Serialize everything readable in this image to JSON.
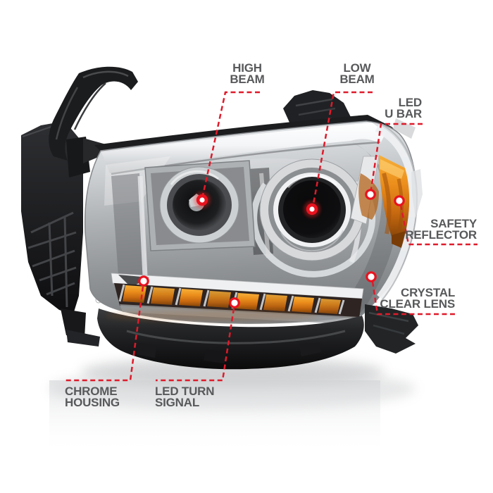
{
  "page": {
    "background": "#ffffff"
  },
  "illustration": {
    "subject": "chrome-projector-headlight-photo",
    "colors": {
      "leader_red": "#de1b2b",
      "label_gray": "#58595b",
      "marker_fill": "#ffffff",
      "amber_reflector": "#ec8f1c",
      "chrome": "#c8cacd",
      "housing_black": "#141416"
    }
  },
  "callouts": [
    {
      "id": "high-beam",
      "line1": "HIGH",
      "line2": "BEAM",
      "align": "center"
    },
    {
      "id": "low-beam",
      "line1": "LOW",
      "line2": "BEAM",
      "align": "center"
    },
    {
      "id": "led-u-bar",
      "line1": "LED",
      "line2": "U BAR",
      "align": "right"
    },
    {
      "id": "safety-reflector",
      "line1": "SAFETY",
      "line2": "REFLECTOR",
      "align": "right"
    },
    {
      "id": "crystal-clear-lens",
      "line1": "CRYSTAL",
      "line2": "CLEAR LENS",
      "align": "right"
    },
    {
      "id": "chrome-housing",
      "line1": "CHROME",
      "line2": "HOUSING",
      "align": "left"
    },
    {
      "id": "led-turn-signal",
      "line1": "LED TURN",
      "line2": "SIGNAL",
      "align": "left"
    }
  ]
}
